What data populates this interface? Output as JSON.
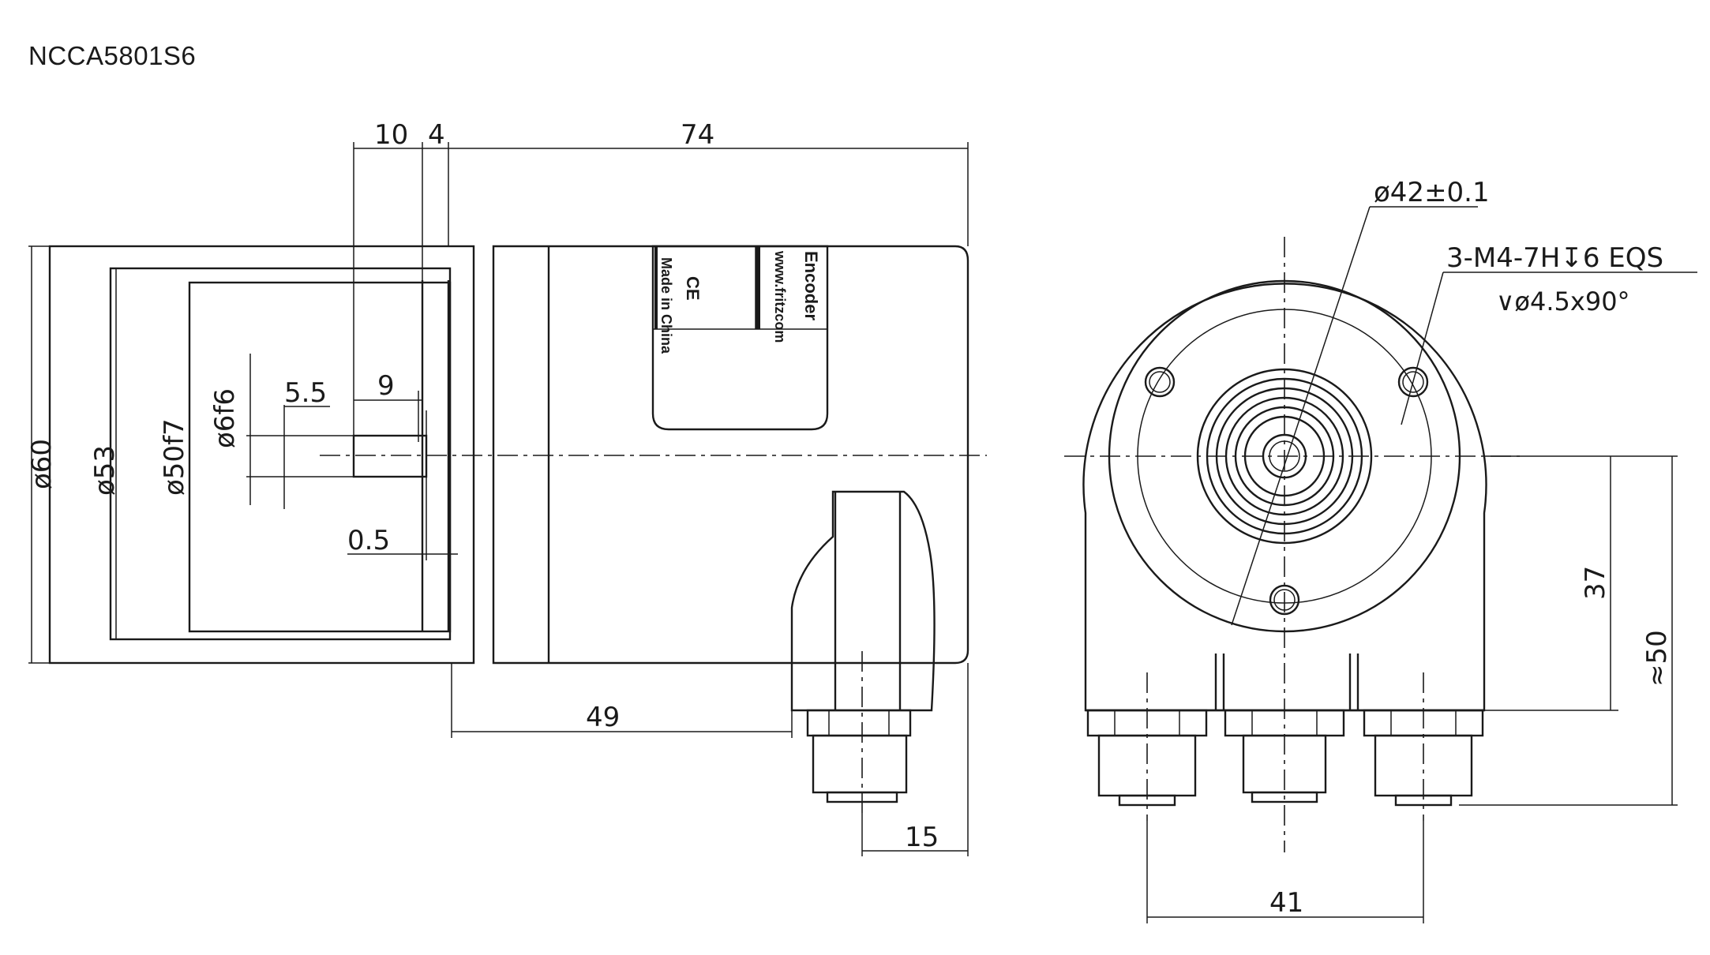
{
  "title": "NCCA5801S6",
  "dimensions": {
    "d10": "10",
    "d4": "4",
    "d74": "74",
    "d5_5": "5.5",
    "d9": "9",
    "d0_5": "0.5",
    "d49": "49",
    "d15": "15",
    "phi60": "ø60",
    "phi53": "ø53",
    "phi50f7": "ø50f7",
    "phi6f6": "ø6f6",
    "phi42": "ø42±0.1",
    "thread": "3-M4-7H↧6 EQS",
    "countersink": "∨ø4.5x90°",
    "d37": "37",
    "approx50": "≈50",
    "d41": "41"
  },
  "label": {
    "brand": "Encoder",
    "website": "www.fritzcom",
    "ce_mark": "CE",
    "origin": "Made in China"
  }
}
